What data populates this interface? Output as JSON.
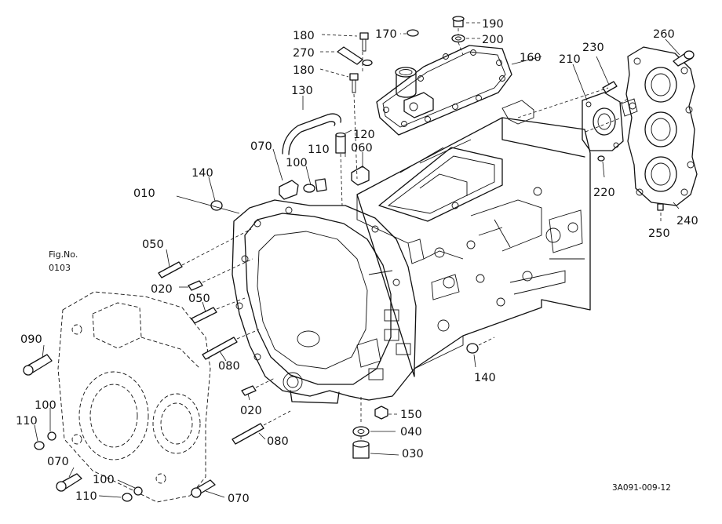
{
  "labels": {
    "p180a": "180",
    "p170": "170",
    "p190": "190",
    "p200": "200",
    "p270": "270",
    "p160": "160",
    "p180b": "180",
    "p130": "130",
    "p210": "210",
    "p230": "230",
    "p260": "260",
    "p120": "120",
    "p070a": "070",
    "p110a": "110",
    "p060": "060",
    "p100a": "100",
    "p140a": "140",
    "p010": "010",
    "p220": "220",
    "p250": "250",
    "p240": "240",
    "p050a": "050",
    "p020a": "020",
    "p050b": "050",
    "p090": "090",
    "p080a": "080",
    "p140b": "140",
    "p020b": "020",
    "p100b": "100",
    "p110b": "110",
    "p150": "150",
    "p040": "040",
    "p080b": "080",
    "p070b": "070",
    "p030": "030",
    "p100c": "100",
    "p110c": "110",
    "p070c": "070"
  },
  "fig_ref": {
    "line1": "Fig.No.",
    "line2": "0103"
  },
  "drawing_code": "3A091-009-12"
}
